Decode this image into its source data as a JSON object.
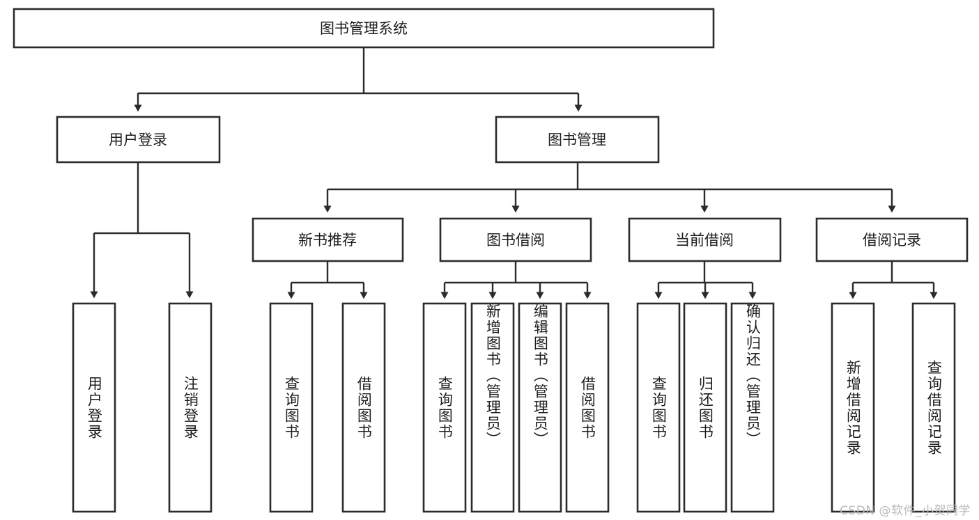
{
  "diagram": {
    "title": "图书管理系统",
    "type": "tree-hierarchy-chart",
    "colors": {
      "box_stroke": "#2b2b2b",
      "box_fill": "#ffffff",
      "connector": "#2b2b2b",
      "text": "#1d1d1d",
      "watermark": "#b9b9b9",
      "background": "#ffffff"
    },
    "root": {
      "label": "图书管理系统"
    },
    "level2": [
      {
        "label": "用户登录"
      },
      {
        "label": "图书管理"
      }
    ],
    "level3": [
      {
        "label": "新书推荐"
      },
      {
        "label": "图书借阅"
      },
      {
        "label": "当前借阅"
      },
      {
        "label": "借阅记录"
      }
    ],
    "leaves": {
      "user_login": [
        {
          "label": "用户登录"
        },
        {
          "label": "注销登录"
        }
      ],
      "new_book_recommend": [
        {
          "label": "查询图书"
        },
        {
          "label": "借阅图书"
        }
      ],
      "book_borrow": [
        {
          "label": "查询图书"
        },
        {
          "label": "新增图书（管理员）"
        },
        {
          "label": "编辑图书（管理员）"
        },
        {
          "label": "借阅图书"
        }
      ],
      "current_borrow": [
        {
          "label": "查询图书"
        },
        {
          "label": "归还图书"
        },
        {
          "label": "确认归还（管理员）"
        }
      ],
      "borrow_record": [
        {
          "label": "新增借阅记录"
        },
        {
          "label": "查询借阅记录"
        }
      ]
    },
    "watermark": "CSDN @软件_小贺同学"
  }
}
